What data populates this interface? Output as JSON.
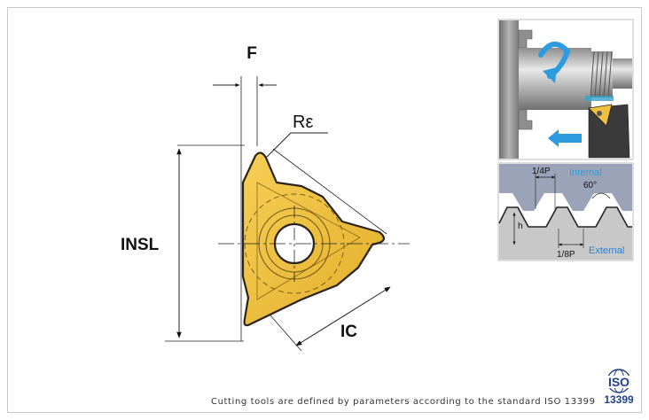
{
  "labels": {
    "f": "F",
    "r_epsilon": "Rε",
    "insl": "INSL",
    "ic": "IC",
    "quarter_p": "1/4P",
    "internal": "Internal",
    "angle": "60°",
    "h": "h",
    "eighth_p": "1/8P",
    "external": "External"
  },
  "footer": {
    "text": "Cutting tools are defined by parameters according to the standard ISO 13399"
  },
  "logo": {
    "word": "ISO",
    "number": "13399"
  },
  "colors": {
    "insert_fill": "#f0c140",
    "insert_stroke": "#2b2418",
    "external_blue": "#2e7fd6",
    "internal_blue": "#2aa0e0",
    "logo_blue": "#1f3f8f",
    "arrow_blue": "#2c9be0"
  }
}
